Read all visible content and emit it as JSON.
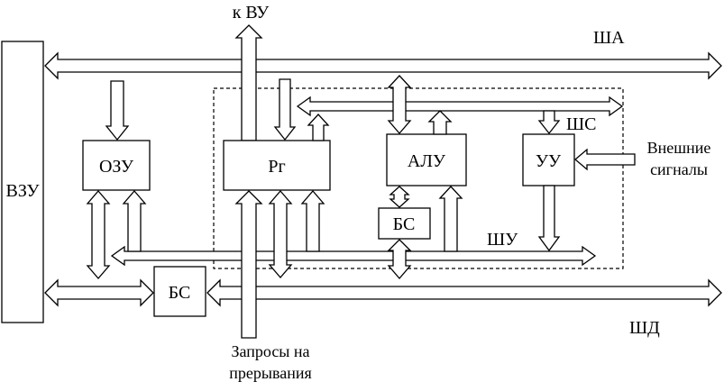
{
  "labels": {
    "vzu": "ВЗУ",
    "ozu": "ОЗУ",
    "rg": "Рг",
    "alu": "АЛУ",
    "uu": "УУ",
    "bs_inner": "БС",
    "bs_outer": "БС",
    "to_vu": "к ВУ",
    "sha": "ША",
    "shs": "ШС",
    "shu": "ШУ",
    "shd": "ШД",
    "external_line1": "Внешние",
    "external_line2": "сигналы",
    "interrupts_line1": "Запросы на",
    "interrupts_line2": "прерывания"
  }
}
